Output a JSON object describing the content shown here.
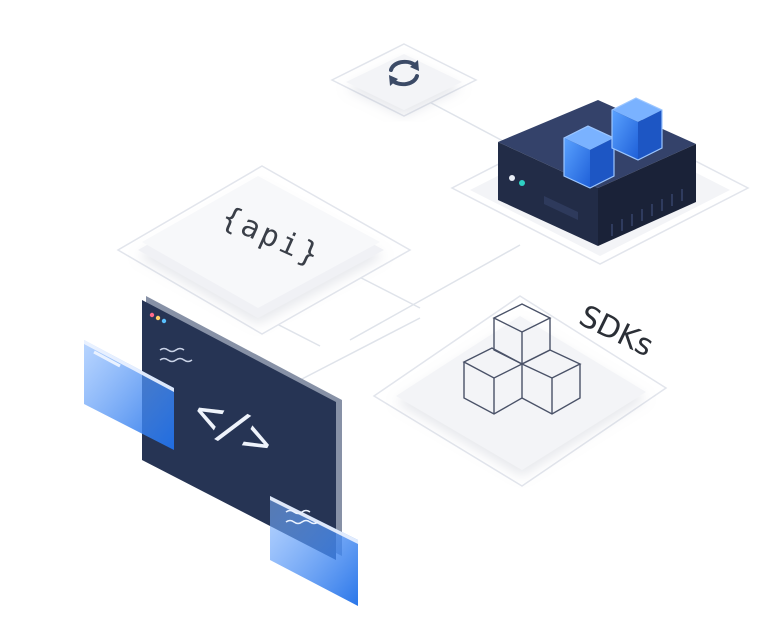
{
  "labels": {
    "api": "{api}",
    "sdks": "SDKs",
    "code": "</>"
  },
  "icons": [
    "refresh-icon",
    "server",
    "cube-stack",
    "code-window"
  ],
  "colors": {
    "server_dark": "#2a3552",
    "accent_blue": "#2f80f0",
    "window_dark": "#243350",
    "tile": "#f3f4f7",
    "line": "#dfe3ea"
  }
}
